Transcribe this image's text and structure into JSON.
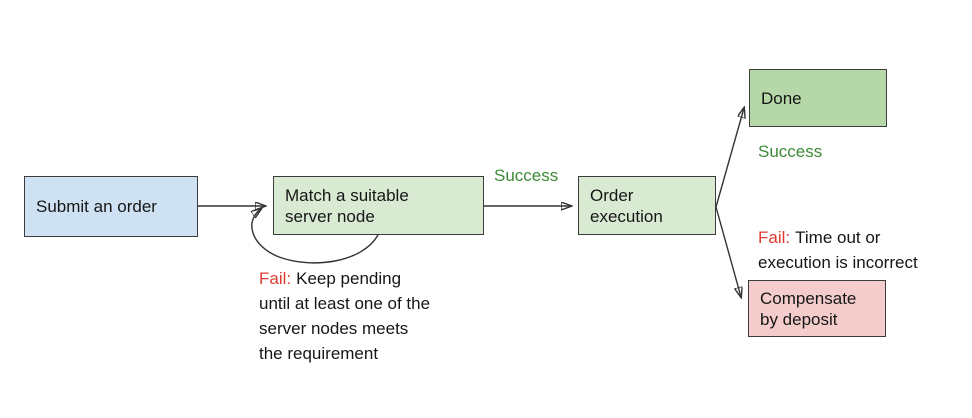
{
  "flowchart": {
    "title": "order-matching-flow",
    "nodes": [
      {
        "id": "submit",
        "label": "Submit an order"
      },
      {
        "id": "match",
        "label": "Match a suitable\nserver node"
      },
      {
        "id": "order",
        "label": "Order\nexecution"
      },
      {
        "id": "done",
        "label": "Done"
      },
      {
        "id": "compensate",
        "label": "Compensate\nby deposit"
      }
    ],
    "edges": [
      {
        "from": "submit",
        "to": "match"
      },
      {
        "from": "match",
        "to": "order",
        "label": "Success"
      },
      {
        "from": "match",
        "to": "match",
        "label_prefix": "Fail:",
        "label_text": "Keep pending\nuntil at least one of the\nserver nodes meets\nthe requirement"
      },
      {
        "from": "order",
        "to": "done",
        "label": "Success"
      },
      {
        "from": "order",
        "to": "compensate",
        "label_prefix": "Fail:",
        "label_text": "Time out or\nexecution is incorrect"
      }
    ],
    "colors": {
      "node_submit_fill": "#cfe2f3",
      "node_match_fill": "#d9ead3",
      "node_order_fill": "#d9ead3",
      "node_done_fill": "#b6d7a8",
      "node_compensate_fill": "#f4cccc",
      "node_border": "#3c3c3c",
      "edge_stroke": "#333333",
      "success_label": "#3d8b37",
      "fail_label": "#df3b30",
      "text": "#161616",
      "background": "#ffffff"
    }
  }
}
